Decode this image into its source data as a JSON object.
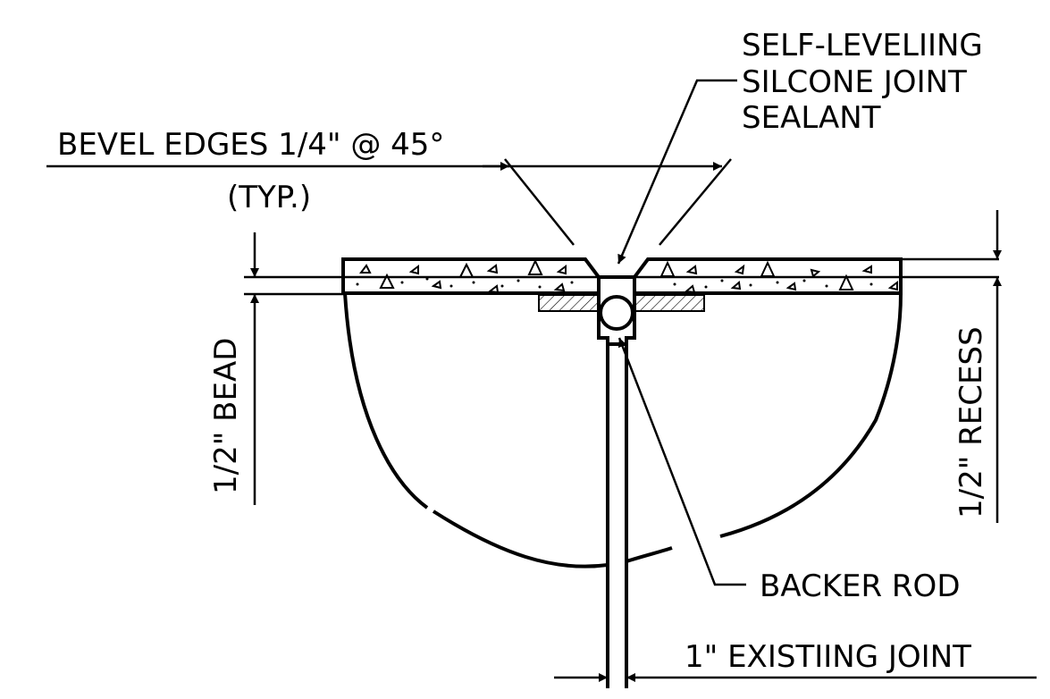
{
  "labels": {
    "sealant_line1": "SELF-LEVELIING",
    "sealant_line2": "SILCONE JOINT",
    "sealant_line3": "SEALANT",
    "bevel_line1": "BEVEL EDGES 1/4\" @ 45°",
    "bevel_line2": "(TYP.)",
    "bead": "1/2\" BEAD",
    "recess": "1/2\" RECESS",
    "backer_rod": "BACKER ROD",
    "existing_joint": "1\" EXISTIING JOINT"
  },
  "colors": {
    "line": "#000000",
    "background": "#ffffff",
    "hatch_fill": "#e6e6e6"
  }
}
